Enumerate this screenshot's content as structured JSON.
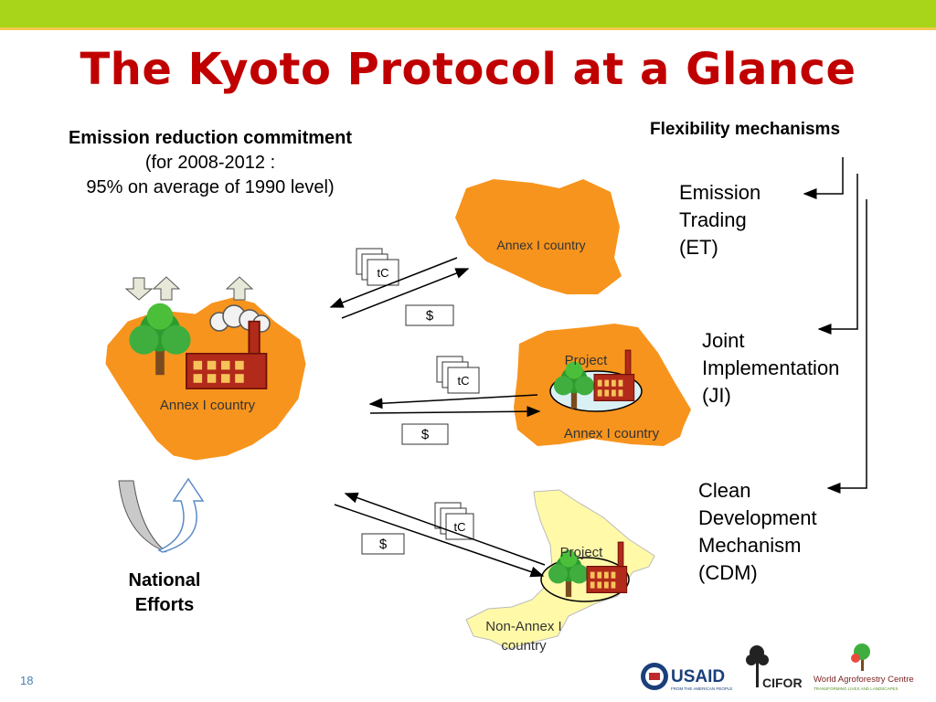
{
  "title": "The Kyoto Protocol at a Glance",
  "commitment": {
    "heading": "Emission reduction commitment",
    "line2": "(for 2008-2012 :",
    "line3": "95% on average of 1990 level)"
  },
  "flexibility": {
    "heading": "Flexibility mechanisms",
    "et": [
      "Emission",
      "Trading",
      "(ET)"
    ],
    "ji": [
      "Joint",
      "Implementation",
      "(JI)"
    ],
    "cdm": [
      "Clean",
      "Development",
      "Mechanism",
      "(CDM)"
    ]
  },
  "maps": {
    "home_label": "Annex I country",
    "et_label": "Annex I country",
    "ji_label": "Annex I country",
    "ji_project": "Project",
    "cdm_label_1": "Non-Annex I",
    "cdm_label_2": "country",
    "cdm_project": "Project"
  },
  "tokens": {
    "credit": "tC",
    "money": "$"
  },
  "national": [
    "National",
    "Efforts"
  ],
  "page_number": "18",
  "logos": {
    "usaid": "USAID",
    "usaid_tagline": "FROM THE AMERICAN PEOPLE",
    "cifor": "CIFOR",
    "icraf": "World Agroforestry Centre",
    "icraf_tagline": "TRANSFORMING LIVES AND LANDSCAPES"
  },
  "colors": {
    "title": "#c00000",
    "top_bar": "#a8d51a",
    "annex_map": "#f7941d",
    "non_annex_map": "#fff9a8"
  }
}
